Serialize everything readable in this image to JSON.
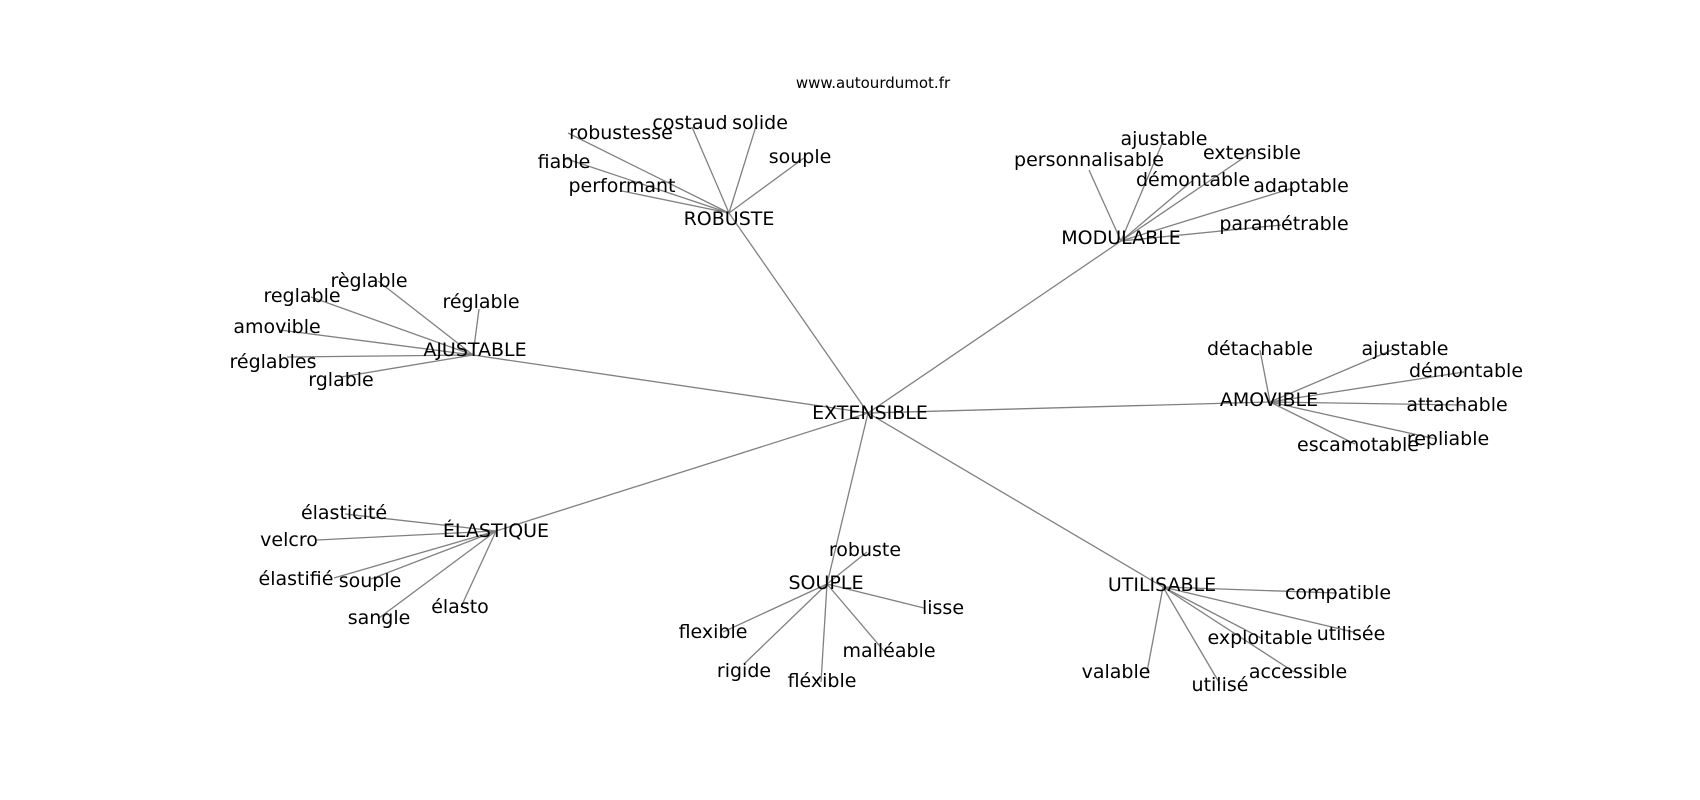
{
  "site": "www.autourdumot.fr",
  "center": {
    "id": "extensible",
    "label": "EXTENSIBLE"
  },
  "groups": [
    {
      "id": "robuste",
      "label": "ROBUSTE",
      "words": [
        "robustesse",
        "costaud",
        "solide",
        "fiable",
        "souple",
        "performant"
      ]
    },
    {
      "id": "modulable",
      "label": "MODULABLE",
      "words": [
        "ajustable",
        "extensible",
        "personnalisable",
        "démontable",
        "adaptable",
        "paramétrable"
      ]
    },
    {
      "id": "ajustable",
      "label": "AJUSTABLE",
      "words": [
        "règlable",
        "reglable",
        "réglable",
        "amovible",
        "réglables",
        "rglable"
      ]
    },
    {
      "id": "amovible",
      "label": "AMOVIBLE",
      "words": [
        "détachable",
        "ajustable",
        "démontable",
        "attachable",
        "repliable",
        "escamotable"
      ]
    },
    {
      "id": "elastique",
      "label": "ÉLASTIQUE",
      "words": [
        "élasticité",
        "velcro",
        "élastifié",
        "souple",
        "élasto",
        "sangle"
      ]
    },
    {
      "id": "souple",
      "label": "SOUPLE",
      "words": [
        "robuste",
        "lisse",
        "flexible",
        "malléable",
        "rigide",
        "fléxible"
      ]
    },
    {
      "id": "utilisable",
      "label": "UTILISABLE",
      "words": [
        "compatible",
        "utilisée",
        "exploitable",
        "accessible",
        "valable",
        "utilisé"
      ]
    }
  ]
}
